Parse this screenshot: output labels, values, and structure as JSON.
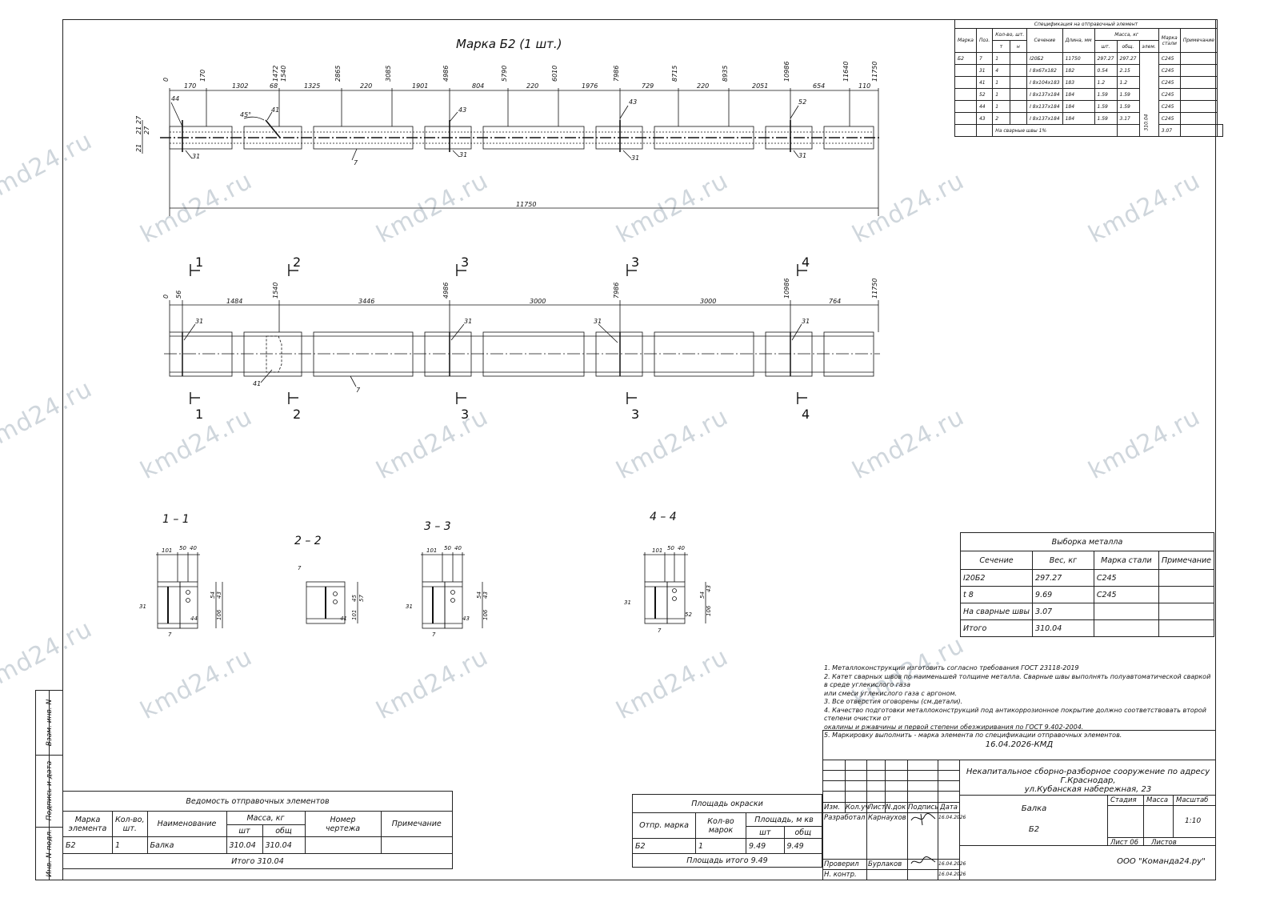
{
  "main_title": "Марка Б2 (1 шт.)",
  "watermark": "kmd24.ru",
  "elevation": {
    "ord_top": [
      "0",
      "170",
      "1472",
      "1540",
      "2865",
      "3085",
      "4986",
      "5790",
      "6010",
      "7986",
      "8715",
      "8935",
      "10986",
      "11640",
      "11750"
    ],
    "dim_top": [
      "170",
      "1302",
      "68",
      "1325",
      "220",
      "1901",
      "804",
      "220",
      "1976",
      "729",
      "220",
      "2051",
      "654",
      "110"
    ],
    "left_dims": [
      "21",
      "21",
      "27",
      "27"
    ],
    "total": "11750",
    "angle": "45°",
    "pos": {
      "p44": "44",
      "p41": "41",
      "p43a": "43",
      "p43b": "43",
      "p52": "52",
      "p31a": "31",
      "p31b": "31",
      "p31c": "31",
      "p31d": "31",
      "p7": "7"
    }
  },
  "plan": {
    "ord_top": [
      "0",
      "56",
      "1540",
      "4986",
      "7986",
      "10986",
      "11750"
    ],
    "dim_top": [
      "1484",
      "3446",
      "3000",
      "3000",
      "764"
    ],
    "cuts": [
      "1",
      "2",
      "3",
      "3",
      "4"
    ],
    "pos": {
      "p31a": "31",
      "p31b": "31",
      "p31c": "31",
      "p31d": "31",
      "p41": "41",
      "p7": "7"
    }
  },
  "sections": [
    {
      "title": "1 – 1",
      "dims": [
        "101",
        "50",
        "40",
        "54",
        "43",
        "106"
      ],
      "pos": [
        "31",
        "44",
        "7"
      ]
    },
    {
      "title": "2 – 2",
      "dims": [
        "45",
        "57",
        "101"
      ],
      "pos": [
        "7",
        "41"
      ]
    },
    {
      "title": "3 – 3",
      "dims": [
        "101",
        "50",
        "40",
        "54",
        "43",
        "106"
      ],
      "pos": [
        "31",
        "43",
        "7"
      ]
    },
    {
      "title": "4 – 4",
      "dims": [
        "101",
        "50",
        "40",
        "54",
        "43",
        "106"
      ],
      "pos": [
        "31",
        "52",
        "7"
      ]
    }
  ],
  "spec": {
    "title": "Спецификация на отправочный элемент",
    "headers": {
      "mark": "Марка",
      "pos": "Поз.",
      "qty": "Кол-во, шт.",
      "t": "т",
      "n": "н",
      "section": "Сечение",
      "length": "Длина, мм",
      "mass": "Масса, кг",
      "sht": "шт.",
      "obsh": "общ.",
      "elem": "элем.",
      "steel_a": "Марка",
      "steel_b": "стали",
      "note": "Примечание"
    },
    "rows": [
      [
        "Б2",
        "7",
        "1",
        "",
        "I20Б2",
        "11750",
        "297.27",
        "297.27",
        "С245"
      ],
      [
        "",
        "31",
        "4",
        "",
        "I 8x67x182",
        "182",
        "0.54",
        "2.15",
        "С245"
      ],
      [
        "",
        "41",
        "1",
        "",
        "I 8x104x183",
        "183",
        "1.2",
        "1.2",
        "С245"
      ],
      [
        "",
        "52",
        "1",
        "",
        "I 8x137x184",
        "184",
        "1.59",
        "1.59",
        "С245"
      ],
      [
        "",
        "44",
        "1",
        "",
        "I 8x137x184",
        "184",
        "1.59",
        "1.59",
        "С245"
      ],
      [
        "",
        "43",
        "2",
        "",
        "I 8x137x184",
        "184",
        "1.59",
        "3.17",
        "С245"
      ]
    ],
    "weld_label": "На сварные швы 1%",
    "weld_value": "3.07",
    "total_vertical": "310.04"
  },
  "metal": {
    "title": "Выборка металла",
    "headers": [
      "Сечение",
      "Вес, кг",
      "Марка стали",
      "Примечание"
    ],
    "rows": [
      [
        "I20Б2",
        "297.27",
        "С245",
        ""
      ],
      [
        "t 8",
        "9.69",
        "С245",
        ""
      ],
      [
        "На сварные швы",
        "3.07",
        "",
        ""
      ],
      [
        "Итого",
        "310.04",
        "",
        ""
      ]
    ]
  },
  "notes": [
    "1. Металлоконструкции изготовить согласно требования ГОСТ 23118-2019",
    "2. Катет сварных швов по наименьшей толщине металла. Сварные швы выполнять полуавтоматической сваркой в среде углекислого газа",
    "или смеси углекислого газа с аргоном.",
    "3. Все отверстия оговорены (см.детали).",
    "4. Качество подготовки металлоконструкций под антикоррозионное покрытие должно соответствовать второй степени очистки от",
    "окалины и ржавчины и первой степени обезжиривания по ГОСТ 9.402-2004.",
    "5. Маркировку выполнить - марка элемента по спецификации отправочных элементов."
  ],
  "shipping": {
    "title": "Ведомость отправочных элементов",
    "h_mark_a": "Марка",
    "h_mark_b": "элемента",
    "h_qty_a": "Кол-во,",
    "h_qty_b": "шт.",
    "h_name": "Наименование",
    "h_mass": "Масса, кг",
    "h_sht": "шт",
    "h_obsh": "общ",
    "h_dwg_a": "Номер",
    "h_dwg_b": "чертежа",
    "h_note": "Примечание",
    "row": [
      "Б2",
      "1",
      "Балка",
      "310.04",
      "310.04",
      "",
      ""
    ],
    "total": "Итого  310.04"
  },
  "paint": {
    "title": "Площадь окраски",
    "h_mark": "Отпр. марка",
    "h_qty_a": "Кол-во",
    "h_qty_b": "марок",
    "h_area": "Площадь, м  кв",
    "h_sht": "шт",
    "h_obsh": "общ",
    "row": [
      "Б2",
      "1",
      "9.49",
      "9.49"
    ],
    "total": "Площадь итого  9.49"
  },
  "stamp": {
    "code": "16.04.2026-КМД",
    "project": "Некапитальное сборно-разборное сооружение по адресу Г.Краснодар,",
    "project2": "ул.Кубанская набережная, 23",
    "name": "Балка",
    "mark": "Б2",
    "h": [
      "Изм.",
      "Кол.уч",
      "Лист",
      "N.док",
      "Подпись",
      "Дата"
    ],
    "dev_role": "Разработал",
    "dev_name": "Карнаухов",
    "dev_date": "16.04.2026",
    "chk_role": "Проверил",
    "chk_name": "Бурлаков",
    "chk_date": "16.04.2026",
    "nk_role": "Н. контр.",
    "nk_date": "16.04.2026",
    "stage": "Стадия",
    "mass": "Масса",
    "scale": "Масштаб",
    "scale_val": "1:10",
    "sheet": "Лист 06",
    "sheets": "Листов",
    "company": "ООО \"Команда24.ру\""
  },
  "side": {
    "a": "Взам. инв. N",
    "b": "Подпись и дата",
    "c": "Инв. N подл."
  }
}
